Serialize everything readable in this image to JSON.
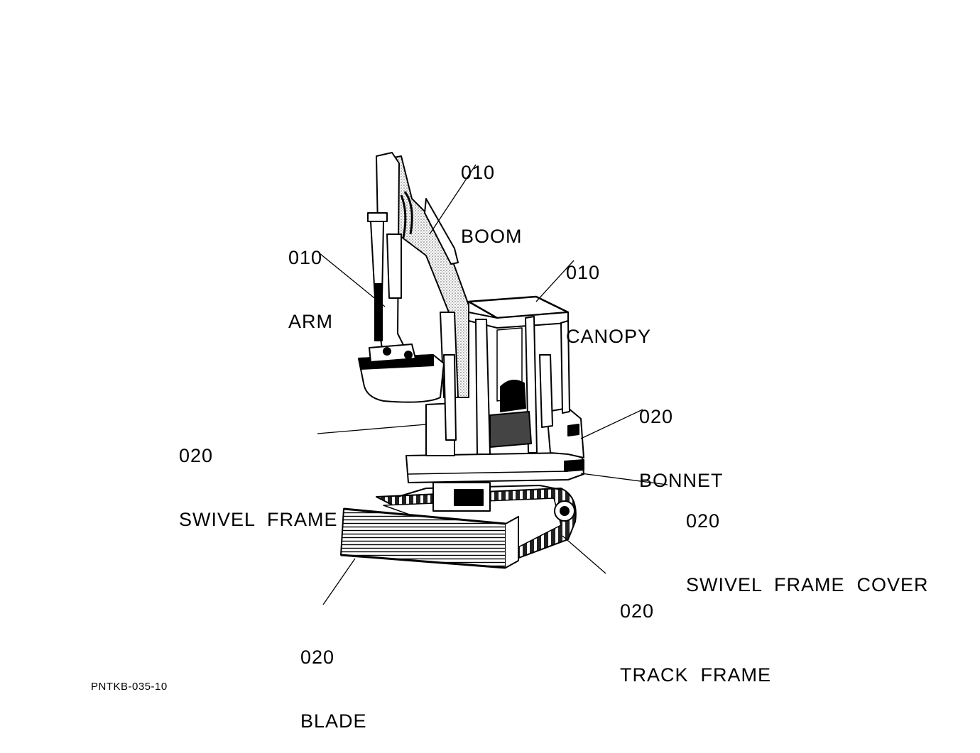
{
  "diagram": {
    "figure_id": "PNTKB-035-10",
    "labels": {
      "boom": {
        "code": "010",
        "name": "BOOM"
      },
      "arm": {
        "code": "010",
        "name": "ARM"
      },
      "canopy": {
        "code": "010",
        "name": "CANOPY"
      },
      "bonnet": {
        "code": "020",
        "name": "BONNET"
      },
      "swivel_frame": {
        "code": "020",
        "name": "SWIVEL  FRAME"
      },
      "swivel_frame_cover": {
        "code": "020",
        "name": "SWIVEL  FRAME  COVER"
      },
      "track_frame": {
        "code": "020",
        "name": "TRACK  FRAME"
      },
      "blade": {
        "code": "020",
        "name": "BLADE"
      }
    }
  },
  "colors": {
    "ink": "#000000",
    "paper": "#ffffff",
    "stipple": "#9a9a9a"
  }
}
